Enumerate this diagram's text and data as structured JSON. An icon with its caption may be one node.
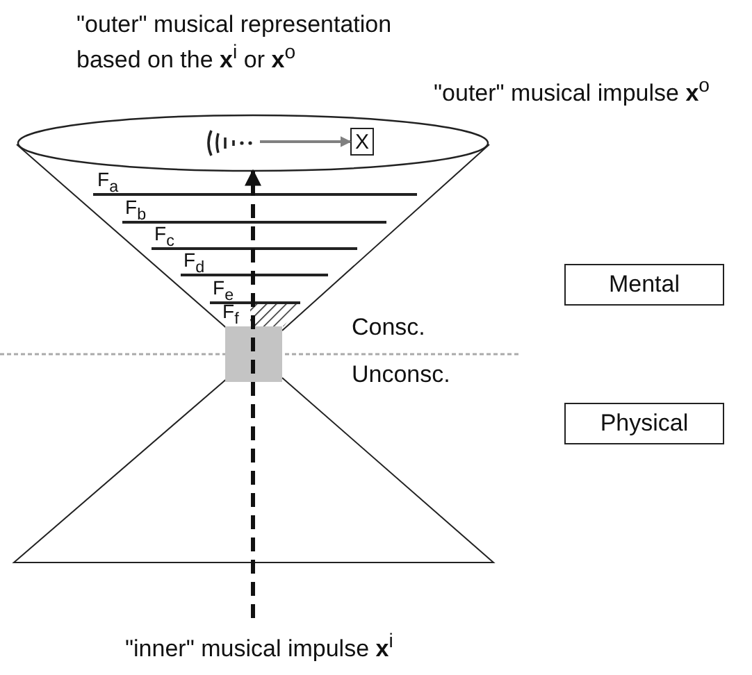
{
  "diagram": {
    "nodes": [
      {
        "text": [],
        "shape": "ellipse"
      },
      {
        "text": [],
        "shape": "picture",
        "in": 0
      },
      {
        "text": [
          "X"
        ],
        "in": 0
      },
      {
        "text": [
          "Mental"
        ]
      },
      {
        "text": [
          "Physical"
        ]
      }
    ],
    "edges": [
      {
        "from": 1,
        "to": 2,
        "arrow": "to",
        "color": "#808080"
      },
      {
        "from": null,
        "to": 0,
        "arrow": "to",
        "style": "dashed",
        "color": "#111111"
      }
    ],
    "labels": [
      "\"outer\" musical representation based on the **x**$^{i}$ or **x**$^{o}$",
      "\"outer\" musical impulse **x**$^{o}$",
      "F$_{a}$",
      "F$_{b}$",
      "F$_{c}$",
      "F$_{d}$",
      "F$_{e}$",
      "F$_{f}$",
      "Consc.",
      "Unconsc.",
      "\"inner\" musical impulse **x**$^{i}$"
    ]
  }
}
